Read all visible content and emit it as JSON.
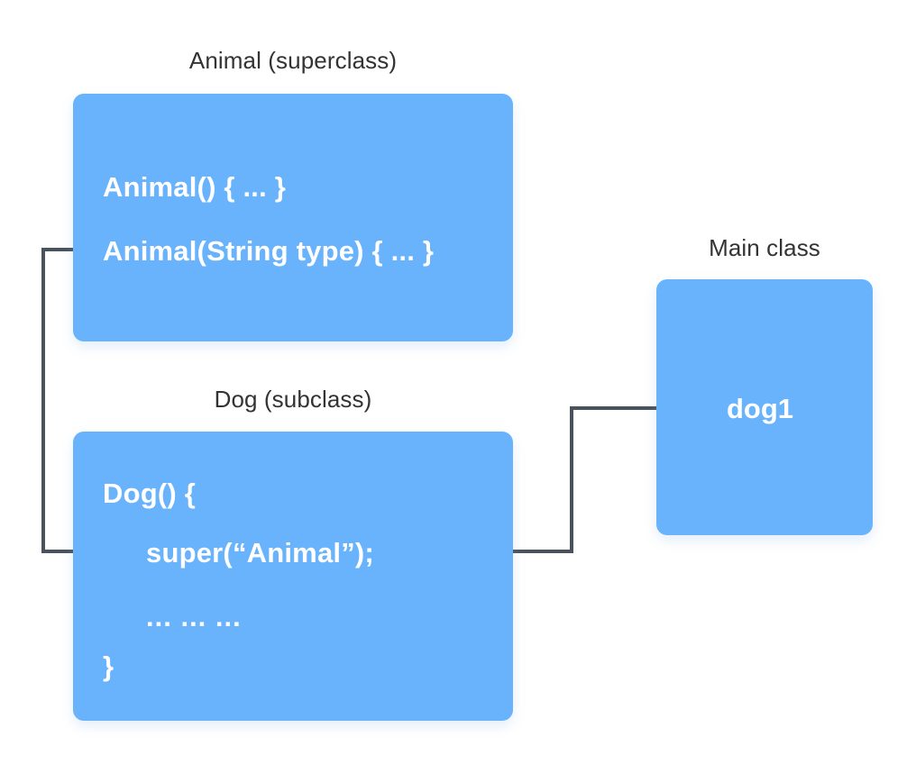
{
  "diagram": {
    "title_superclass": "Animal (superclass)",
    "title_subclass": "Dog (subclass)",
    "title_main": "Main class",
    "colors": {
      "box_fill": "#68b3fb",
      "box_text": "#ffffff",
      "title_text": "#333333",
      "connector": "#4a525e",
      "background": "#ffffff"
    },
    "superclass_box": {
      "lines": [
        "Animal() { ... }",
        "Animal(String type) { ... }"
      ]
    },
    "subclass_box": {
      "lines": [
        "Dog() {",
        "super(“Animal”);",
        "... ... ...",
        "}"
      ]
    },
    "main_box": {
      "object_name": "dog1"
    },
    "connectors": [
      {
        "name": "super-call-to-animal-constructor",
        "from": "super(“Animal”);",
        "to": "Animal(String type) { ... }"
      },
      {
        "name": "dog1-to-super-call",
        "from": "dog1",
        "to": "super(“Animal”);"
      }
    ]
  }
}
